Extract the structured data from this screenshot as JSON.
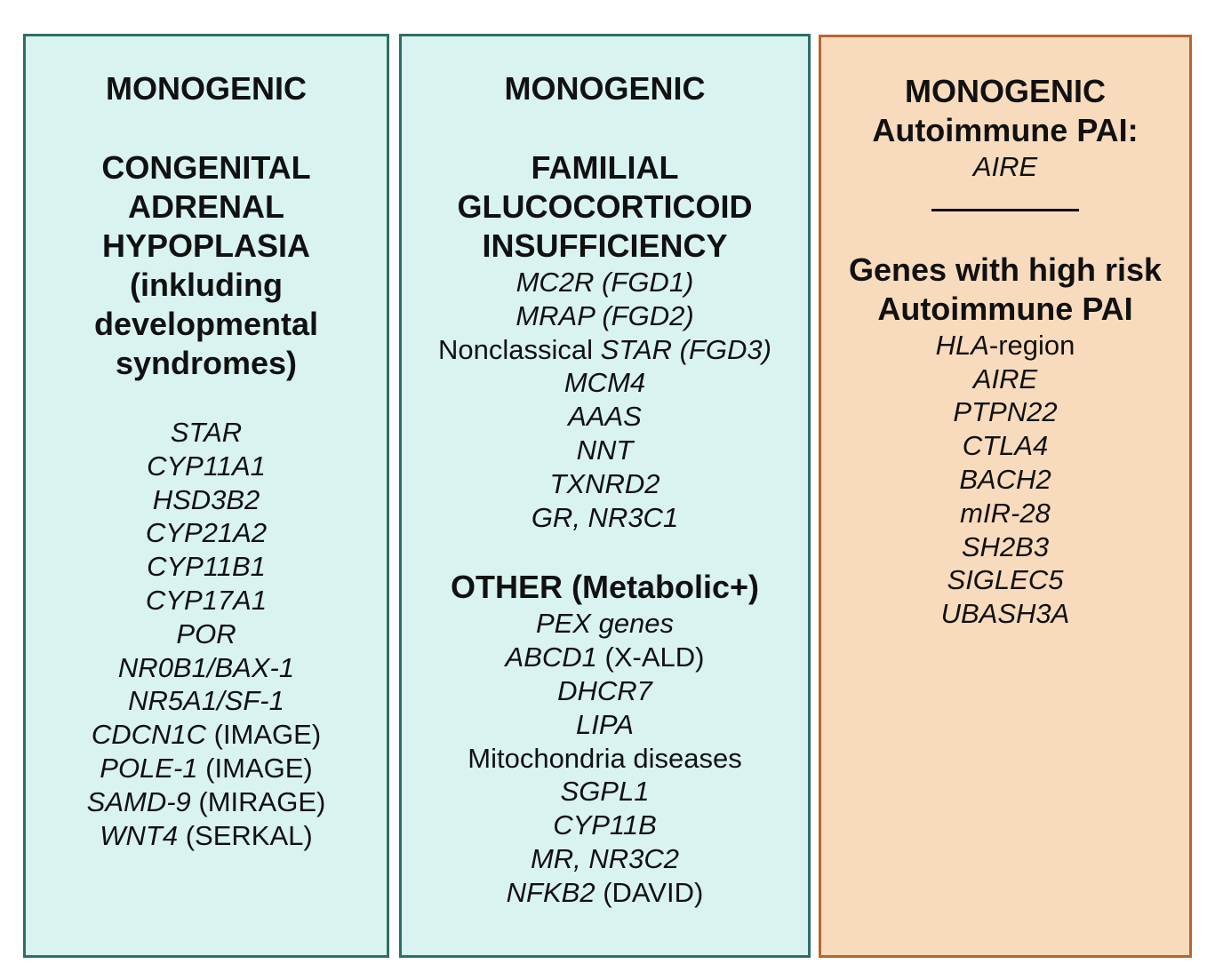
{
  "col1": {
    "title": "MONOGENIC",
    "heading_lines": [
      "CONGENITAL",
      "ADRENAL",
      "HYPOPLASIA",
      "(inkluding",
      "developmental",
      "syndromes)"
    ],
    "genes": [
      {
        "name": "STAR",
        "note": ""
      },
      {
        "name": "CYP11A1",
        "note": ""
      },
      {
        "name": "HSD3B2",
        "note": ""
      },
      {
        "name": "CYP21A2",
        "note": ""
      },
      {
        "name": "CYP11B1",
        "note": ""
      },
      {
        "name": "CYP17A1",
        "note": ""
      },
      {
        "name": "POR",
        "note": ""
      },
      {
        "name": "NR0B1/BAX-1",
        "note": ""
      },
      {
        "name": "NR5A1/SF-1",
        "note": ""
      },
      {
        "name": "CDCN1C",
        "note": "(IMAGE)"
      },
      {
        "name": "POLE-1",
        "note": "(IMAGE)"
      },
      {
        "name": "SAMD-9",
        "note": "(MIRAGE)"
      },
      {
        "name": "WNT4",
        "note": "(SERKAL)"
      }
    ]
  },
  "col2": {
    "title": "MONOGENIC",
    "heading_lines": [
      "FAMILIAL",
      "GLUCOCORTICOID",
      "INSUFFICIENCY"
    ],
    "fgd_genes": {
      "mc2r": "MC2R (FGD1)",
      "mrap": "MRAP (FGD2)",
      "nonclassical_prefix": "Nonclassical",
      "nonclassical_gene": "STAR (FGD3)",
      "mcm4": "MCM4",
      "aaas": "AAAS",
      "nnt": "NNT",
      "txnrd2": "TXNRD2",
      "gr": "GR, NR3C1"
    },
    "other_heading": "OTHER (Metabolic+)",
    "other": {
      "pex": "PEX genes",
      "abcd1": "ABCD1",
      "abcd1_note": "(X-ALD)",
      "dhcr7": "DHCR7",
      "lipa": "LIPA",
      "mito": "Mitochondria diseases",
      "sgpl1": "SGPL1",
      "cyp11b": "CYP11B",
      "mr": "MR, NR3C2",
      "nfkb2": "NFKB2",
      "nfkb2_note": "(DAVID)"
    }
  },
  "col3": {
    "title": "MONOGENIC",
    "subtitle": "Autoimmune PAI:",
    "gene": "AIRE",
    "risk_heading_lines": [
      "Genes with high risk",
      "Autoimmune PAI"
    ],
    "hla_italic": "HLA",
    "hla_suffix": "-region",
    "risk_genes": [
      "AIRE",
      "PTPN22",
      "CTLA4",
      "BACH2",
      "mIR-28",
      "SH2B3",
      "SIGLEC5",
      "UBASH3A"
    ]
  }
}
